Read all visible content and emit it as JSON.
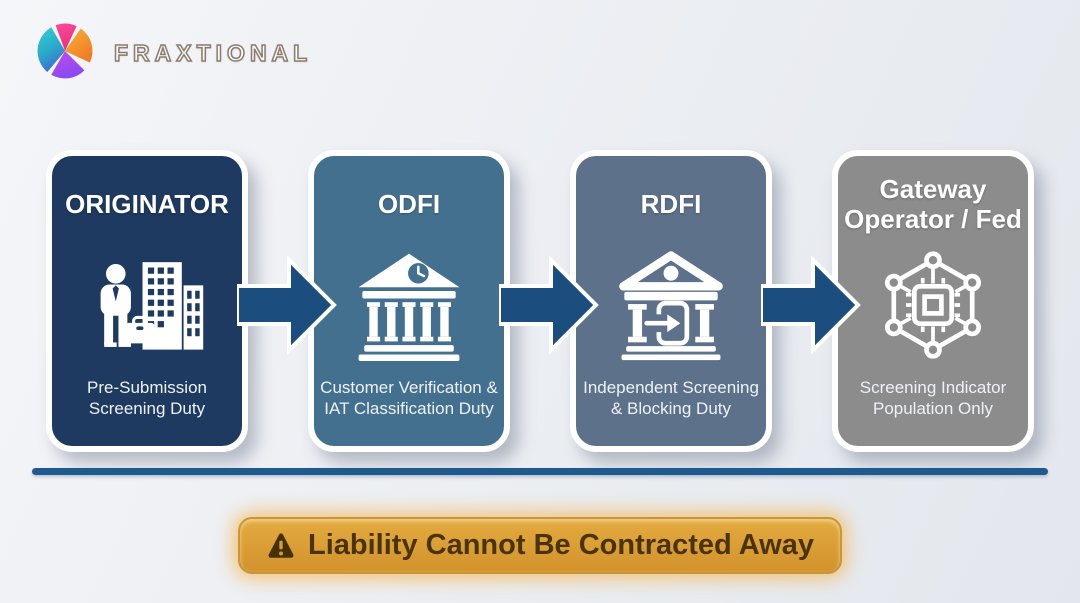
{
  "brand": {
    "name": "FRAXTIONAL"
  },
  "flow": {
    "cards": [
      {
        "title": "ORIGINATOR",
        "duty": "Pre-Submission Screening Duty",
        "icon": "businessperson-buildings-icon",
        "color": "#1e3a60"
      },
      {
        "title": "ODFI",
        "duty": "Customer Verification & IAT Classification Duty",
        "icon": "bank-clock-icon",
        "color": "#44708f"
      },
      {
        "title": "RDFI",
        "duty": "Independent Screening & Blocking Duty",
        "icon": "bank-transfer-icon",
        "color": "#5d718a"
      },
      {
        "title": "Gateway Operator / Fed",
        "duty": "Screening Indicator Population Only",
        "icon": "network-chip-icon",
        "color": "#8c8c8c"
      }
    ],
    "arrow_color": "#1c4d7f",
    "divider_color": "#1e5a8e"
  },
  "banner": {
    "label": "Liability Cannot Be Contracted Away",
    "icon": "warning-icon",
    "background": "#d89c33",
    "text_color": "#4a3306"
  }
}
